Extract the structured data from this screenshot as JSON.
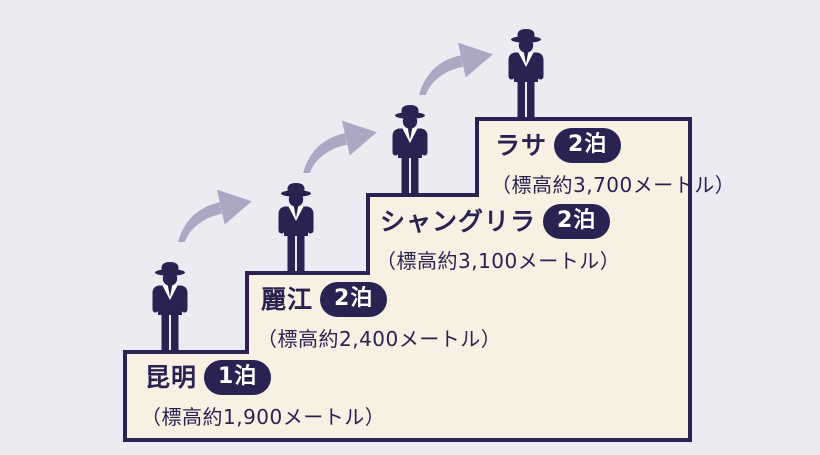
{
  "colors": {
    "background": "#edebf2",
    "step_fill": "#f8f0e3",
    "navy": "#2a2351",
    "arrow": "#aea7c4",
    "collar": "#ffffff",
    "badge_text": "#ffffff"
  },
  "icons": {
    "person": "person-icon (dark silhouette of a man wearing a hat)",
    "arrow": "curved-arrow-icon (lavender swoosh arrow pointing up-right)"
  },
  "steps": [
    {
      "city": "昆明",
      "nights": "1泊",
      "elevation": "（標高約1,900メートル）"
    },
    {
      "city": "麗江",
      "nights": "2泊",
      "elevation": "（標高約2,400メートル）"
    },
    {
      "city": "シャングリラ",
      "nights": "2泊",
      "elevation": "（標高約3,100メートル）"
    },
    {
      "city": "ラサ",
      "nights": "2泊",
      "elevation": "（標高約3,700メートル）"
    }
  ]
}
